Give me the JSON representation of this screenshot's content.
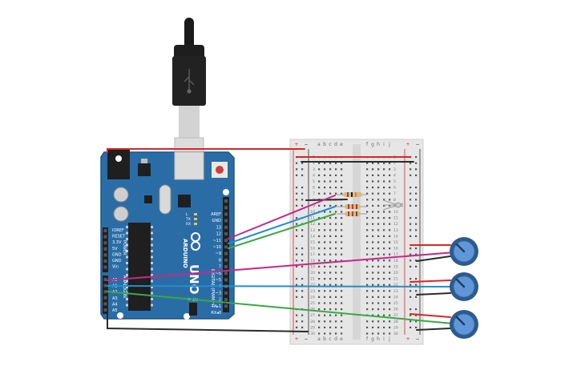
{
  "arduino": {
    "logo_text": "ARDUINO",
    "model_text": "UNO",
    "left_header_labels": [
      "IOREF",
      "RESET",
      "3.3V",
      "5V",
      "GND",
      "GND",
      "Vin"
    ],
    "analog_labels": [
      "A0",
      "A1",
      "A2",
      "A3",
      "A4",
      "A5"
    ],
    "power_label": "POWER",
    "analog_in_label": "ANALOG IN",
    "digital_header_labels": [
      "AREF",
      "GND",
      "13",
      "12",
      "~11",
      "~10",
      "~9",
      "8",
      "7",
      "~6",
      "~5",
      "4",
      "~3",
      "2",
      "TX▸1",
      "RX◂0"
    ],
    "digital_label": "DIGITAL (PWM ~)",
    "led_labels": [
      "L",
      "TX",
      "RX"
    ],
    "on_label": "ON",
    "icsp_label": "ICSP"
  },
  "breadboard": {
    "column_letters_left": [
      "a",
      "b",
      "c",
      "d",
      "e"
    ],
    "column_letters_right": [
      "f",
      "g",
      "h",
      "i",
      "j"
    ],
    "rail_plus": "+",
    "rail_minus": "−",
    "row_numbers": [
      "1",
      "2",
      "3",
      "4",
      "5",
      "6",
      "7",
      "8",
      "9",
      "10",
      "11",
      "12",
      "13",
      "14",
      "15",
      "16",
      "17",
      "18",
      "19",
      "20",
      "21",
      "22",
      "23",
      "24",
      "25",
      "26",
      "27",
      "28",
      "29",
      "30"
    ]
  },
  "colors": {
    "board": "#2a6da6",
    "board_edge": "#1d5687",
    "breadboard": "#e6e6e6",
    "wire_red": "#d9262b",
    "wire_black": "#2b2b2b",
    "wire_magenta": "#c42a89",
    "wire_blue": "#1f8fd1",
    "wire_green": "#3aa845",
    "pot_body": "#2e5a8c",
    "pot_knob": "#5f97d8"
  }
}
